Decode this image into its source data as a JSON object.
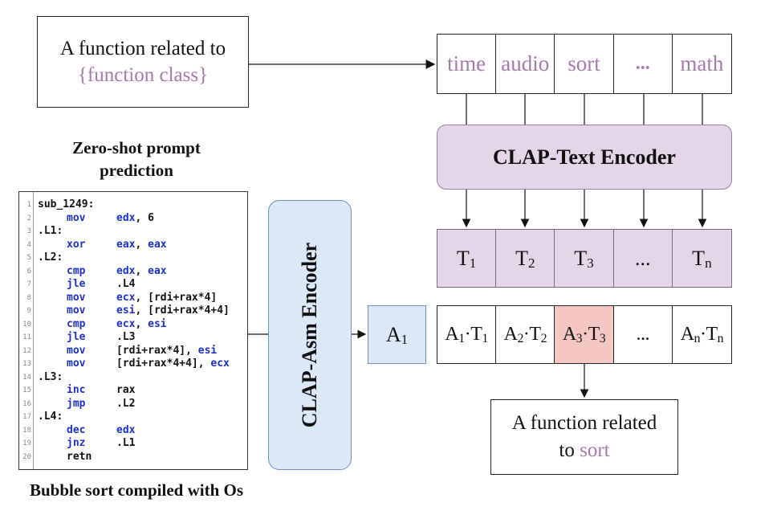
{
  "prompt": {
    "line1": "A function related to",
    "line2": "{function class}"
  },
  "function_classes": [
    "time",
    "audio",
    "sort",
    "...",
    "math"
  ],
  "text_encoder_label": "CLAP-Text Encoder",
  "text_embeddings": [
    {
      "base": "T",
      "sub": "1"
    },
    {
      "base": "T",
      "sub": "2"
    },
    {
      "base": "T",
      "sub": "3"
    },
    {
      "base": "...",
      "sub": ""
    },
    {
      "base": "T",
      "sub": "n"
    }
  ],
  "scores": [
    {
      "a": "A",
      "asub": "1",
      "t": "T",
      "tsub": "1",
      "highlight": false
    },
    {
      "a": "A",
      "asub": "2",
      "t": "T",
      "tsub": "2",
      "highlight": false
    },
    {
      "a": "A",
      "asub": "3",
      "t": "T",
      "tsub": "3",
      "highlight": true
    },
    {
      "ellipsis": "..."
    },
    {
      "a": "A",
      "asub": "n",
      "t": "T",
      "tsub": "n",
      "highlight": false
    }
  ],
  "result": {
    "line1": "A function related",
    "prefix": "to",
    "highlight": "sort"
  },
  "zero_shot_title": "Zero-shot prompt prediction",
  "code": {
    "lines": [
      {
        "n": "1",
        "label": "sub_1249:"
      },
      {
        "n": "2",
        "op": "mov",
        "args": [
          {
            "t": "edx",
            "reg": true
          },
          {
            "t": ", 6",
            "reg": false
          }
        ]
      },
      {
        "n": "3",
        "label": ".L1:"
      },
      {
        "n": "4",
        "op": "xor",
        "args": [
          {
            "t": "eax",
            "reg": true
          },
          {
            "t": ", ",
            "reg": false
          },
          {
            "t": "eax",
            "reg": true
          }
        ]
      },
      {
        "n": "5",
        "label": ".L2:"
      },
      {
        "n": "6",
        "op": "cmp",
        "args": [
          {
            "t": "edx",
            "reg": true
          },
          {
            "t": ", ",
            "reg": false
          },
          {
            "t": "eax",
            "reg": true
          }
        ]
      },
      {
        "n": "7",
        "op": "jle",
        "args": [
          {
            "t": ".L4",
            "reg": false
          }
        ]
      },
      {
        "n": "8",
        "op": "mov",
        "args": [
          {
            "t": "ecx",
            "reg": true
          },
          {
            "t": ", [rdi+rax*4]",
            "reg": false
          }
        ]
      },
      {
        "n": "9",
        "op": "mov",
        "args": [
          {
            "t": "esi",
            "reg": true
          },
          {
            "t": ", [rdi+rax*4+4]",
            "reg": false
          }
        ]
      },
      {
        "n": "10",
        "op": "cmp",
        "args": [
          {
            "t": "ecx",
            "reg": true
          },
          {
            "t": ", ",
            "reg": false
          },
          {
            "t": "esi",
            "reg": true
          }
        ]
      },
      {
        "n": "11",
        "op": "jle",
        "args": [
          {
            "t": ".L3",
            "reg": false
          }
        ]
      },
      {
        "n": "12",
        "op": "mov",
        "args": [
          {
            "t": "[rdi+rax*4], ",
            "reg": false
          },
          {
            "t": "esi",
            "reg": true
          }
        ]
      },
      {
        "n": "13",
        "op": "mov",
        "args": [
          {
            "t": "[rdi+rax*4+4], ",
            "reg": false
          },
          {
            "t": "ecx",
            "reg": true
          }
        ]
      },
      {
        "n": "14",
        "label": ".L3:"
      },
      {
        "n": "15",
        "op": "inc",
        "args": [
          {
            "t": "rax",
            "reg": false
          }
        ]
      },
      {
        "n": "16",
        "op": "jmp",
        "args": [
          {
            "t": ".L2",
            "reg": false
          }
        ]
      },
      {
        "n": "17",
        "label": ".L4:"
      },
      {
        "n": "18",
        "op": "dec",
        "args": [
          {
            "t": "edx",
            "reg": true
          }
        ]
      },
      {
        "n": "19",
        "op": "jnz",
        "args": [
          {
            "t": ".L1",
            "reg": false
          }
        ]
      },
      {
        "n": "20",
        "op": "retn",
        "plain": true,
        "args": []
      }
    ]
  },
  "code_caption": "Bubble sort compiled with Os",
  "asm_encoder_label": "CLAP-Asm Encoder",
  "asm_embedding": {
    "base": "A",
    "sub": "1"
  },
  "colors": {
    "purple_text": "#a57aa9",
    "text_encoder_fill": "#e4d5e8",
    "asm_encoder_fill": "#dbe8f8",
    "highlight_cell": "#f4c7c3",
    "code_keyword": "#1d2fd0"
  }
}
